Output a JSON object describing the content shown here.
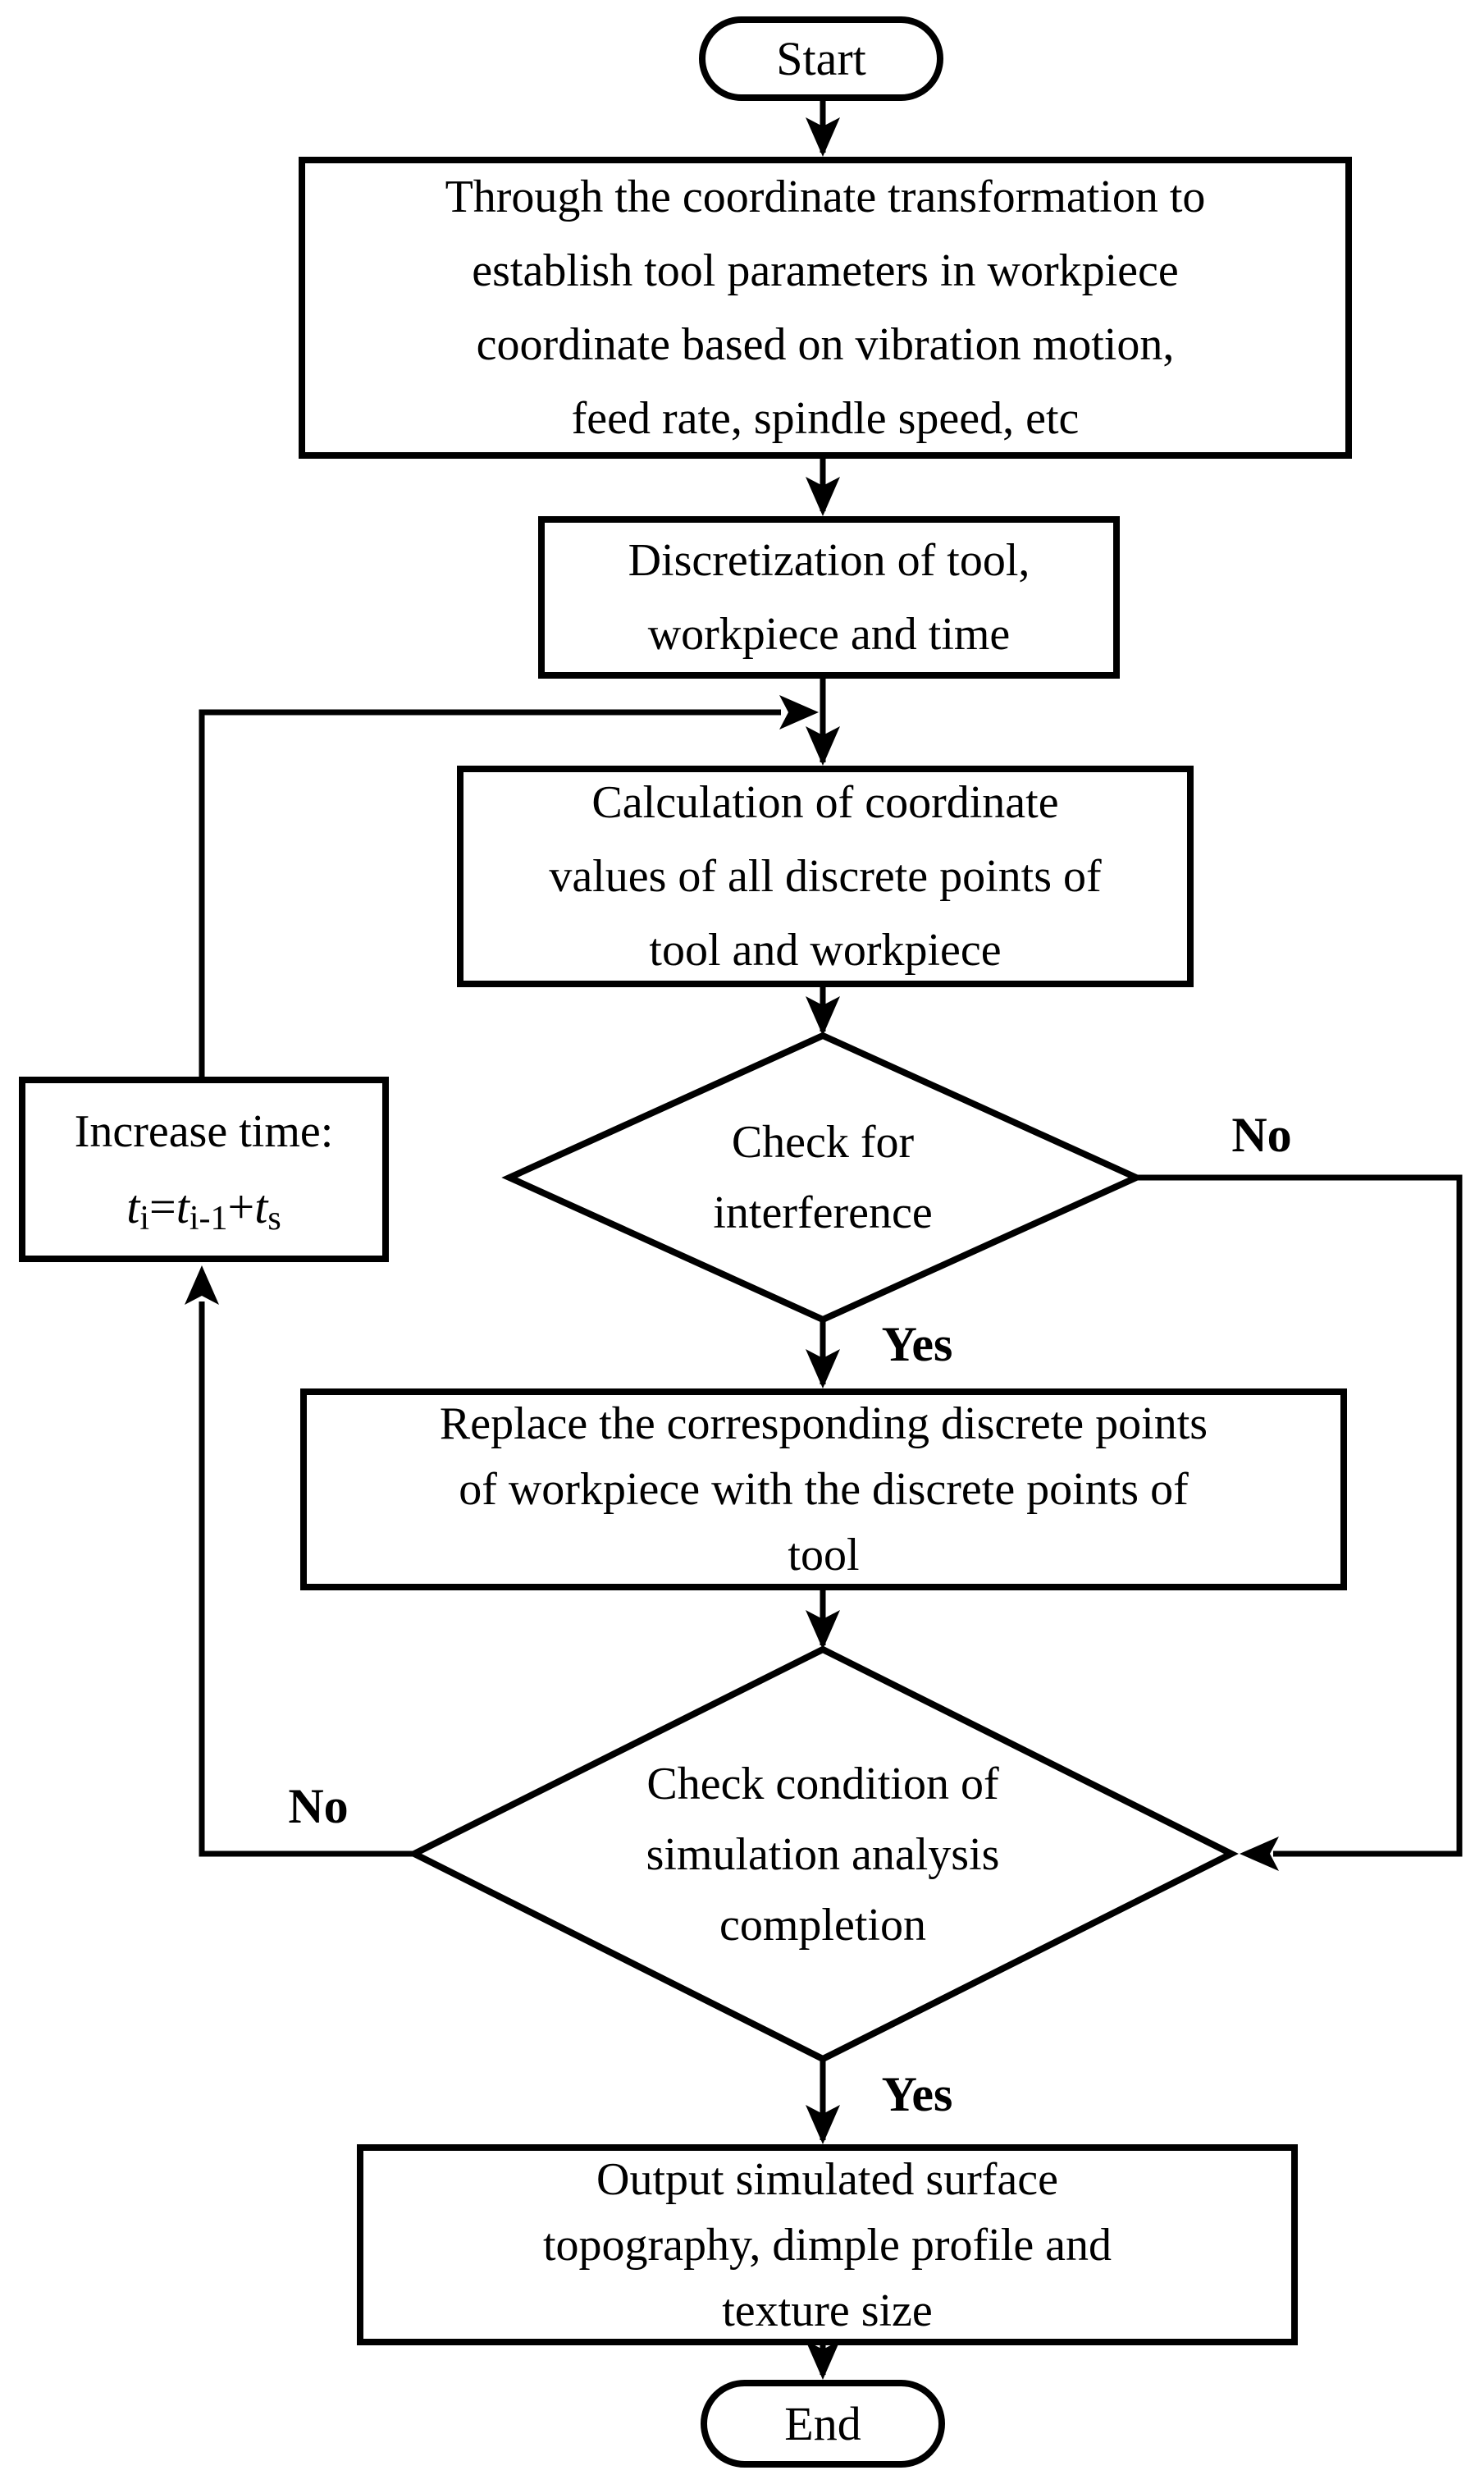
{
  "flowchart": {
    "nodes": {
      "start": {
        "label": "Start"
      },
      "transform": {
        "text": "Through the coordinate transformation to\nestablish tool parameters in workpiece\ncoordinate based on vibration motion,\nfeed rate, spindle speed, etc"
      },
      "discretization": {
        "text": "Discretization of tool,\nworkpiece and time"
      },
      "calculation": {
        "text": "Calculation of coordinate\nvalues of all discrete points of\ntool and workpiece"
      },
      "check_interference": {
        "text": "Check for\ninterference"
      },
      "replace": {
        "text": "Replace the corresponding discrete points\nof workpiece with the discrete points of\ntool"
      },
      "check_completion": {
        "text": "Check condition of\nsimulation analysis\ncompletion"
      },
      "increase_time": {
        "title": "Increase time:",
        "formula": {
          "t1": "t",
          "sub1": "i",
          "eq": "=",
          "t2": "t",
          "sub2": "i-1",
          "plus": "+",
          "t3": "t",
          "sub3": "s"
        }
      },
      "output": {
        "text": "Output simulated surface\ntopography, dimple profile and\ntexture size"
      },
      "end": {
        "label": "End"
      }
    },
    "edge_labels": {
      "no_interference": "No",
      "yes_interference": "Yes",
      "no_completion": "No",
      "yes_completion": "Yes"
    },
    "colors": {
      "stroke": "#000000",
      "background": "#ffffff",
      "text": "#000000"
    }
  }
}
